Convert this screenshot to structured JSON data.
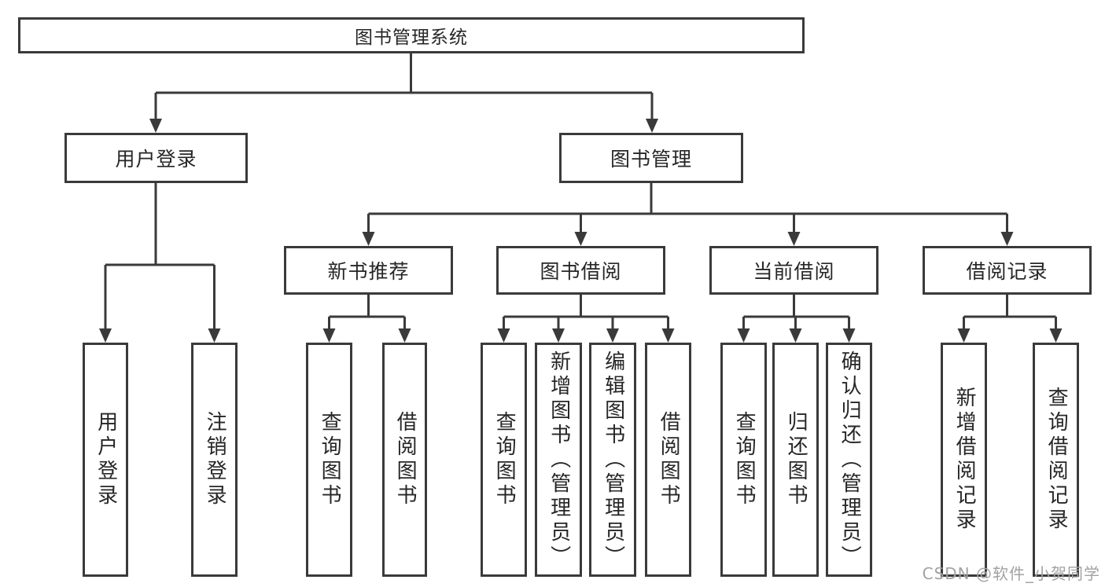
{
  "nodes": {
    "root": "图书管理系统",
    "user_login": "用户登录",
    "book_management": "图书管理",
    "new_book_recommend": "新书推荐",
    "book_borrowing": "图书借阅",
    "current_borrowing": "当前借阅",
    "borrowing_records": "借阅记录",
    "leaf_user_login": "用户登录",
    "leaf_logout": "注销登录",
    "leaf_nbr_query_books": "查询图书",
    "leaf_nbr_borrow_books": "借阅图书",
    "leaf_bb_query_books": "查询图书",
    "leaf_bb_add_books_admin": "新增图书（管理员）",
    "leaf_bb_edit_books_admin": "编辑图书（管理员）",
    "leaf_bb_borrow_books": "借阅图书",
    "leaf_cb_query_books": "查询图书",
    "leaf_cb_return_books": "归还图书",
    "leaf_cb_confirm_return_admin": "确认归还（管理员）",
    "leaf_br_add_record": "新增借阅记录",
    "leaf_br_query_record": "查询借阅记录"
  },
  "watermark": "CSDN @软件_小贺同学",
  "colors": {
    "line": "#3a3a3a",
    "text": "#262626",
    "background": "#ffffff",
    "watermark": "#a2a2a2"
  }
}
